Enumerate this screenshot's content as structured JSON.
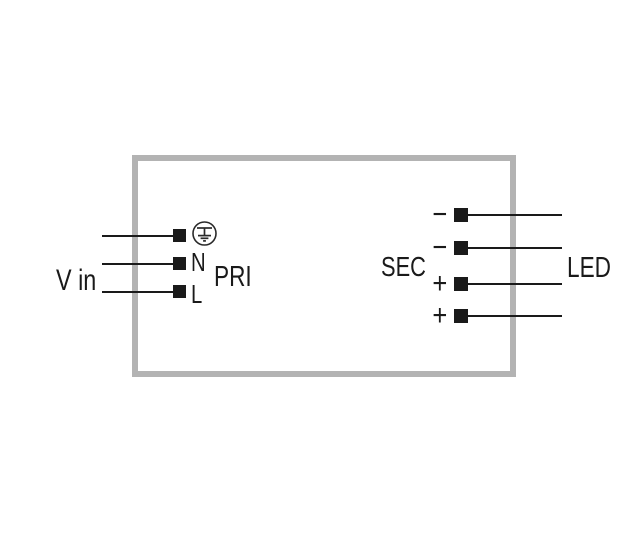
{
  "diagram": {
    "input_label": "V in",
    "primary_section_label": "PRI",
    "secondary_section_label": "SEC",
    "output_label": "LED",
    "primary_terminals": [
      {
        "id": "earth",
        "label": "",
        "icon": "protective-earth-icon"
      },
      {
        "id": "neutral",
        "label": "N"
      },
      {
        "id": "line",
        "label": "L"
      }
    ],
    "secondary_terminals": [
      {
        "polarity": "−"
      },
      {
        "polarity": "−"
      },
      {
        "polarity": "+"
      },
      {
        "polarity": "+"
      }
    ],
    "colors": {
      "wire": "#1a1a1a",
      "device_outline": "#b3b3b3",
      "background": "#ffffff"
    }
  }
}
